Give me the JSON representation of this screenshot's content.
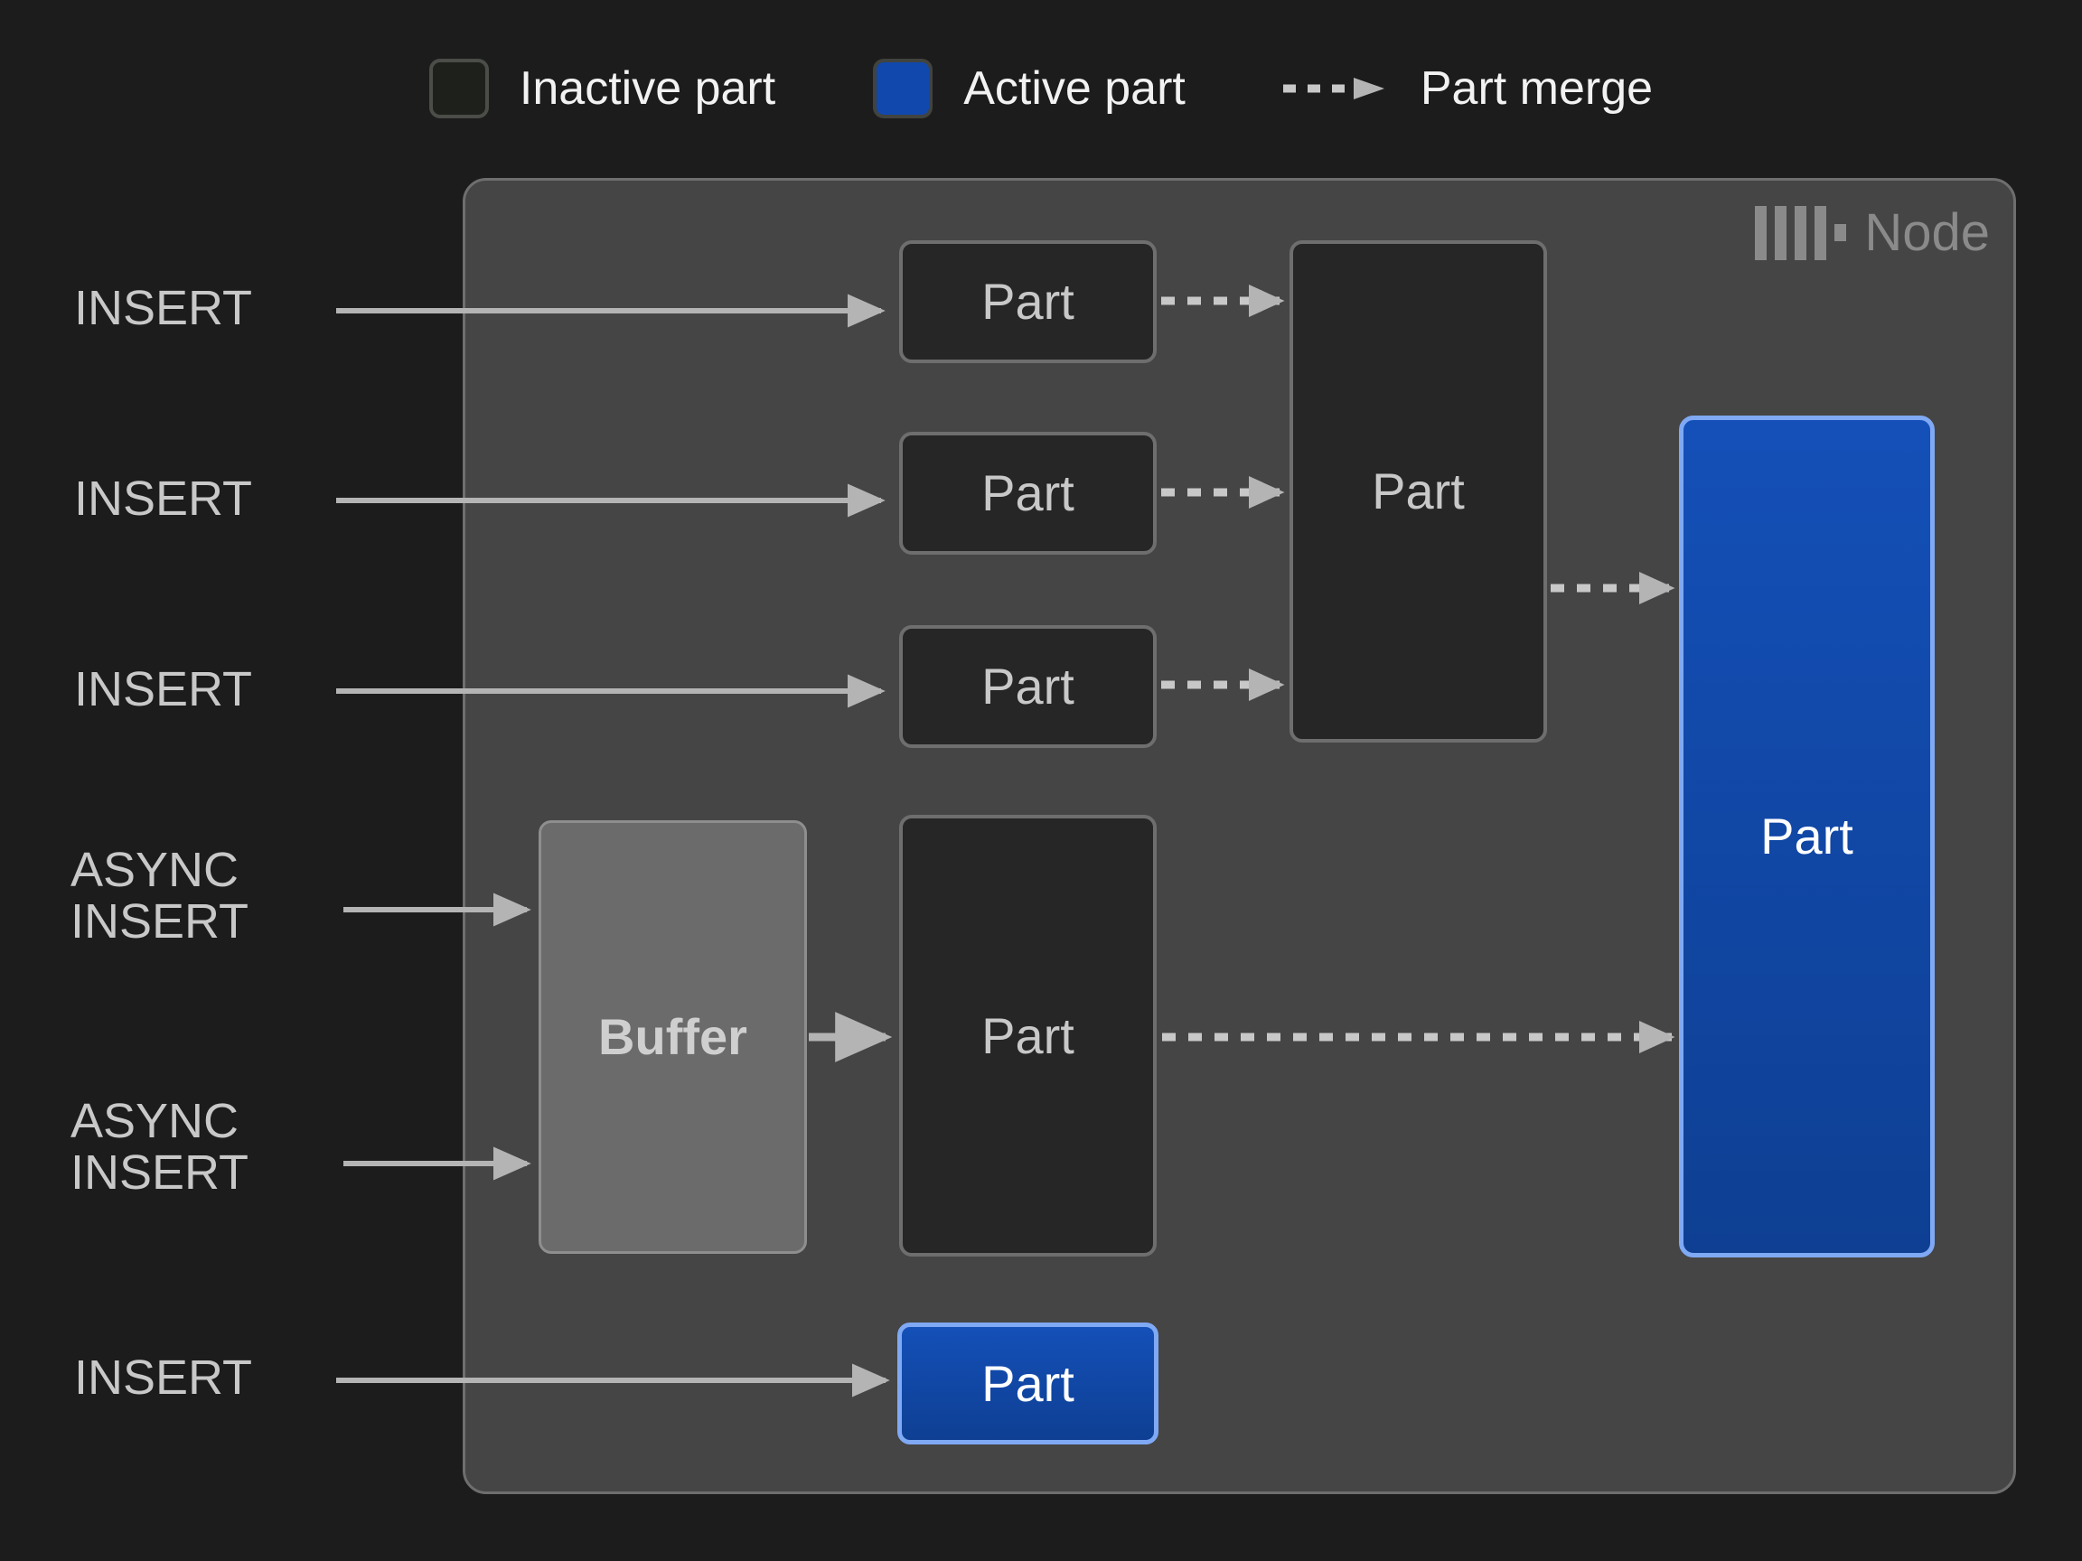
{
  "legend": {
    "items": [
      {
        "icon": "rounded-square-outline-icon",
        "label": "Inactive part",
        "color": "#1e201b"
      },
      {
        "icon": "rounded-square-filled-icon",
        "label": "Active part",
        "color": "#1048ad"
      },
      {
        "icon": "dashed-arrow-icon",
        "label": "Part merge",
        "color": "#c8c8c8"
      }
    ]
  },
  "node": {
    "name": "Node",
    "logo_icon": "clickhouse-bars-icon",
    "background": "#454545",
    "border": "#6e6e6e"
  },
  "sources": [
    {
      "id": "insert-1",
      "label": "INSERT"
    },
    {
      "id": "insert-2",
      "label": "INSERT"
    },
    {
      "id": "insert-3",
      "label": "INSERT"
    },
    {
      "id": "async-insert-1",
      "label": "ASYNC\nINSERT"
    },
    {
      "id": "async-insert-2",
      "label": "ASYNC\nINSERT"
    },
    {
      "id": "insert-4",
      "label": "INSERT"
    }
  ],
  "nodes": {
    "part_1": {
      "label": "Part",
      "state": "inactive"
    },
    "part_2": {
      "label": "Part",
      "state": "inactive"
    },
    "part_3": {
      "label": "Part",
      "state": "inactive"
    },
    "merged_part": {
      "label": "Part",
      "state": "inactive"
    },
    "buffer": {
      "label": "Buffer",
      "state": "buffer"
    },
    "buffer_part": {
      "label": "Part",
      "state": "inactive"
    },
    "active_part_big": {
      "label": "Part",
      "state": "active"
    },
    "active_part_small": {
      "label": "Part",
      "state": "active"
    }
  },
  "colors": {
    "page_background": "#1c1c1c",
    "inactive_fill": "#262626",
    "inactive_border": "#6e6e6e",
    "active_fill": "#1048ad",
    "active_border": "#7fa9f4",
    "buffer_fill": "#6b6b6b",
    "edge": "#c8c8c8",
    "text": "#c8c8c8",
    "muted_text": "#8a8a8a"
  },
  "edges": [
    {
      "from": "insert-1",
      "to": "part_1",
      "style": "solid"
    },
    {
      "from": "insert-2",
      "to": "part_2",
      "style": "solid"
    },
    {
      "from": "insert-3",
      "to": "part_3",
      "style": "solid"
    },
    {
      "from": "async-insert-1",
      "to": "buffer",
      "style": "solid"
    },
    {
      "from": "async-insert-2",
      "to": "buffer",
      "style": "solid"
    },
    {
      "from": "insert-4",
      "to": "active_part_small",
      "style": "solid"
    },
    {
      "from": "buffer",
      "to": "buffer_part",
      "style": "solid"
    },
    {
      "from": "part_1",
      "to": "merged_part",
      "style": "dashed"
    },
    {
      "from": "part_2",
      "to": "merged_part",
      "style": "dashed"
    },
    {
      "from": "part_3",
      "to": "merged_part",
      "style": "dashed"
    },
    {
      "from": "merged_part",
      "to": "active_part_big",
      "style": "dashed"
    },
    {
      "from": "buffer_part",
      "to": "active_part_big",
      "style": "dashed"
    }
  ]
}
